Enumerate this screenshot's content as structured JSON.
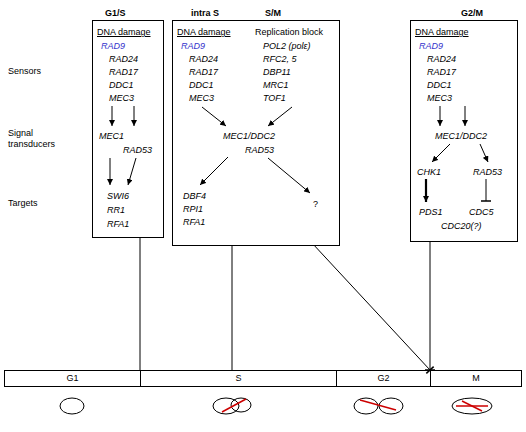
{
  "diagram": {
    "nodes": [
      {
        "text": [
          "G1/S",
          "DNA damage",
          "RAD9",
          "RAD24",
          "RAD17",
          "DDC1",
          "MEC3",
          "MEC1",
          "RAD53",
          "SWI6",
          "RR1",
          "RFA1"
        ]
      },
      {
        "text": [
          "intra S",
          "S/M",
          "DNA damage",
          "RAD9",
          "RAD24",
          "RAD17",
          "DDC1",
          "MEC3",
          "Replication block",
          "POL2 (polε)",
          "RFC2, 5",
          "DBP11",
          "MRC1",
          "TOF1",
          "MEC1/DDC2",
          "RAD53",
          "DBF4",
          "RPI1",
          "RFA1",
          "?"
        ]
      },
      {
        "text": [
          "G2/M",
          "DNA damage",
          "RAD9",
          "RAD24",
          "RAD17",
          "DDC1",
          "MEC3",
          "MEC1/DDC2",
          "CHK1",
          "RAD53",
          "PDS1",
          "CDC5",
          "CDC20(?)"
        ]
      },
      {
        "text": [
          "G1"
        ]
      },
      {
        "text": [
          "S"
        ]
      },
      {
        "text": [
          "G2"
        ]
      },
      {
        "text": [
          "M"
        ]
      }
    ],
    "edges": [
      {
        "from": 0,
        "to": 4,
        "arrow": "none"
      },
      {
        "from": 1,
        "to": 4,
        "arrow": "none"
      },
      {
        "from": 1,
        "to": 6,
        "arrow": "to"
      },
      {
        "from": 2,
        "to": 6,
        "arrow": "to"
      }
    ],
    "labels": [
      "Sensors",
      "Signal transducers",
      "Targets"
    ]
  }
}
